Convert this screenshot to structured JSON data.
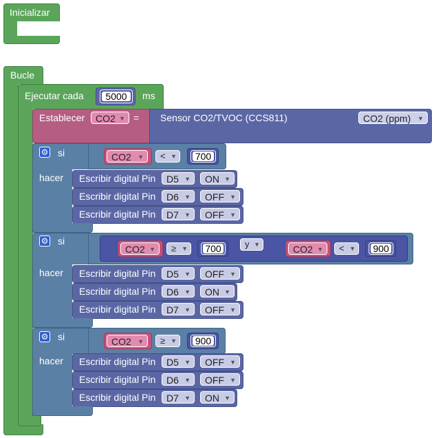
{
  "init": {
    "label": "Inicializar"
  },
  "loop": {
    "label": "Bucle"
  },
  "every": {
    "label": "Ejecutar cada",
    "value": "5000",
    "unit": "ms"
  },
  "set": {
    "label": "Establecer",
    "var": "CO2",
    "eq": "=",
    "sensor": "Sensor CO2/TVOC (CCS811)",
    "measure": "CO2 (ppm)"
  },
  "ifs": [
    {
      "if_label": "si",
      "do_label": "hacer",
      "cond": {
        "var": "CO2",
        "op": "<",
        "value": "700"
      },
      "writes": [
        {
          "label": "Escribir digital Pin",
          "pin": "D5",
          "state": "ON"
        },
        {
          "label": "Escribir digital Pin",
          "pin": "D6",
          "state": "OFF"
        },
        {
          "label": "Escribir digital Pin",
          "pin": "D7",
          "state": "OFF"
        }
      ]
    },
    {
      "if_label": "si",
      "do_label": "hacer",
      "cond": {
        "var": "CO2",
        "op": "≥",
        "value": "700",
        "logic": "y",
        "var2": "CO2",
        "op2": "<",
        "value2": "900"
      },
      "writes": [
        {
          "label": "Escribir digital Pin",
          "pin": "D5",
          "state": "OFF"
        },
        {
          "label": "Escribir digital Pin",
          "pin": "D6",
          "state": "ON"
        },
        {
          "label": "Escribir digital Pin",
          "pin": "D7",
          "state": "OFF"
        }
      ]
    },
    {
      "if_label": "si",
      "do_label": "hacer",
      "cond": {
        "var": "CO2",
        "op": "≥",
        "value": "900"
      },
      "writes": [
        {
          "label": "Escribir digital Pin",
          "pin": "D5",
          "state": "OFF"
        },
        {
          "label": "Escribir digital Pin",
          "pin": "D6",
          "state": "OFF"
        },
        {
          "label": "Escribir digital Pin",
          "pin": "D7",
          "state": "ON"
        }
      ]
    }
  ],
  "colors": {
    "green": "#5ba55b",
    "maroon": "#b65d83",
    "indigo": "#5b67a5",
    "steel": "#5b80a5",
    "pink": "#c5527a"
  }
}
